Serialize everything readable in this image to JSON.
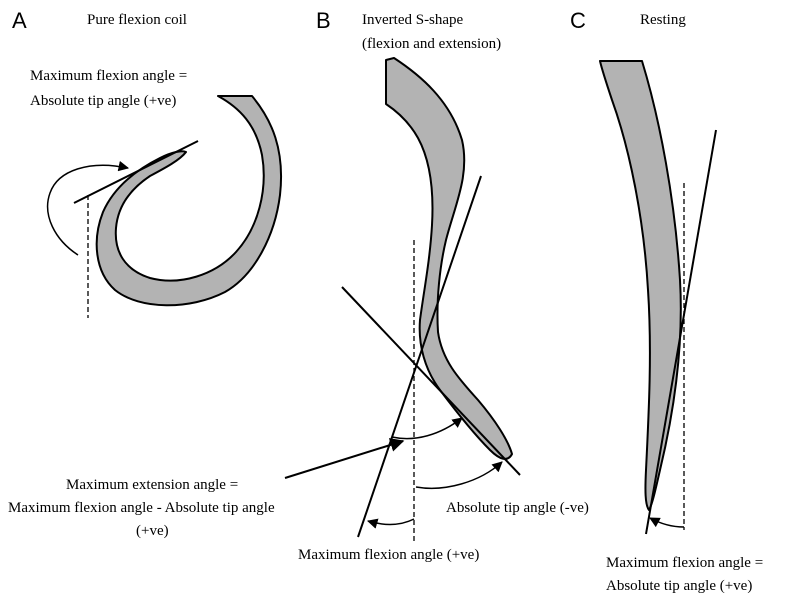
{
  "panels": {
    "a": {
      "letter": "A",
      "title": "Pure flexion coil",
      "note_line1": "Maximum flexion angle =",
      "note_line2": "Absolute tip angle (+ve)"
    },
    "b": {
      "letter": "B",
      "title_line1": "Inverted S-shape",
      "title_line2": "(flexion and extension)",
      "extension_line1": "Maximum extension angle =",
      "extension_line2": "Maximum flexion angle - Absolute tip angle",
      "extension_line3": "(+ve)",
      "tip_angle": "Absolute tip angle (-ve)",
      "flexion_angle": "Maximum flexion angle (+ve)"
    },
    "c": {
      "letter": "C",
      "title": "Resting",
      "note_line1": "Maximum flexion angle =",
      "note_line2": "Absolute tip angle (+ve)"
    }
  },
  "colors": {
    "shape_fill": "#b3b3b3",
    "stroke": "#000000"
  }
}
